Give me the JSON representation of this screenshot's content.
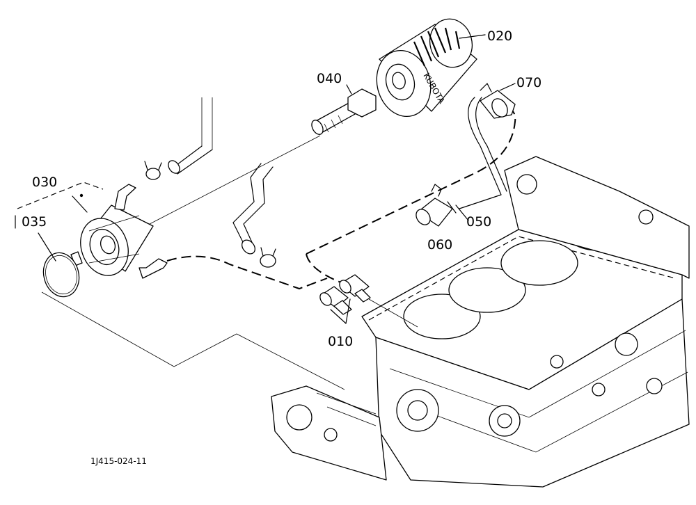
{
  "callouts": {
    "p010": "010",
    "p020": "020",
    "p030": "030",
    "p035": "035",
    "p040": "040",
    "p050": "050",
    "p060": "060",
    "p070": "070"
  },
  "drawing_code": "1J415-024-11",
  "filter_marking": "KUBOTA"
}
